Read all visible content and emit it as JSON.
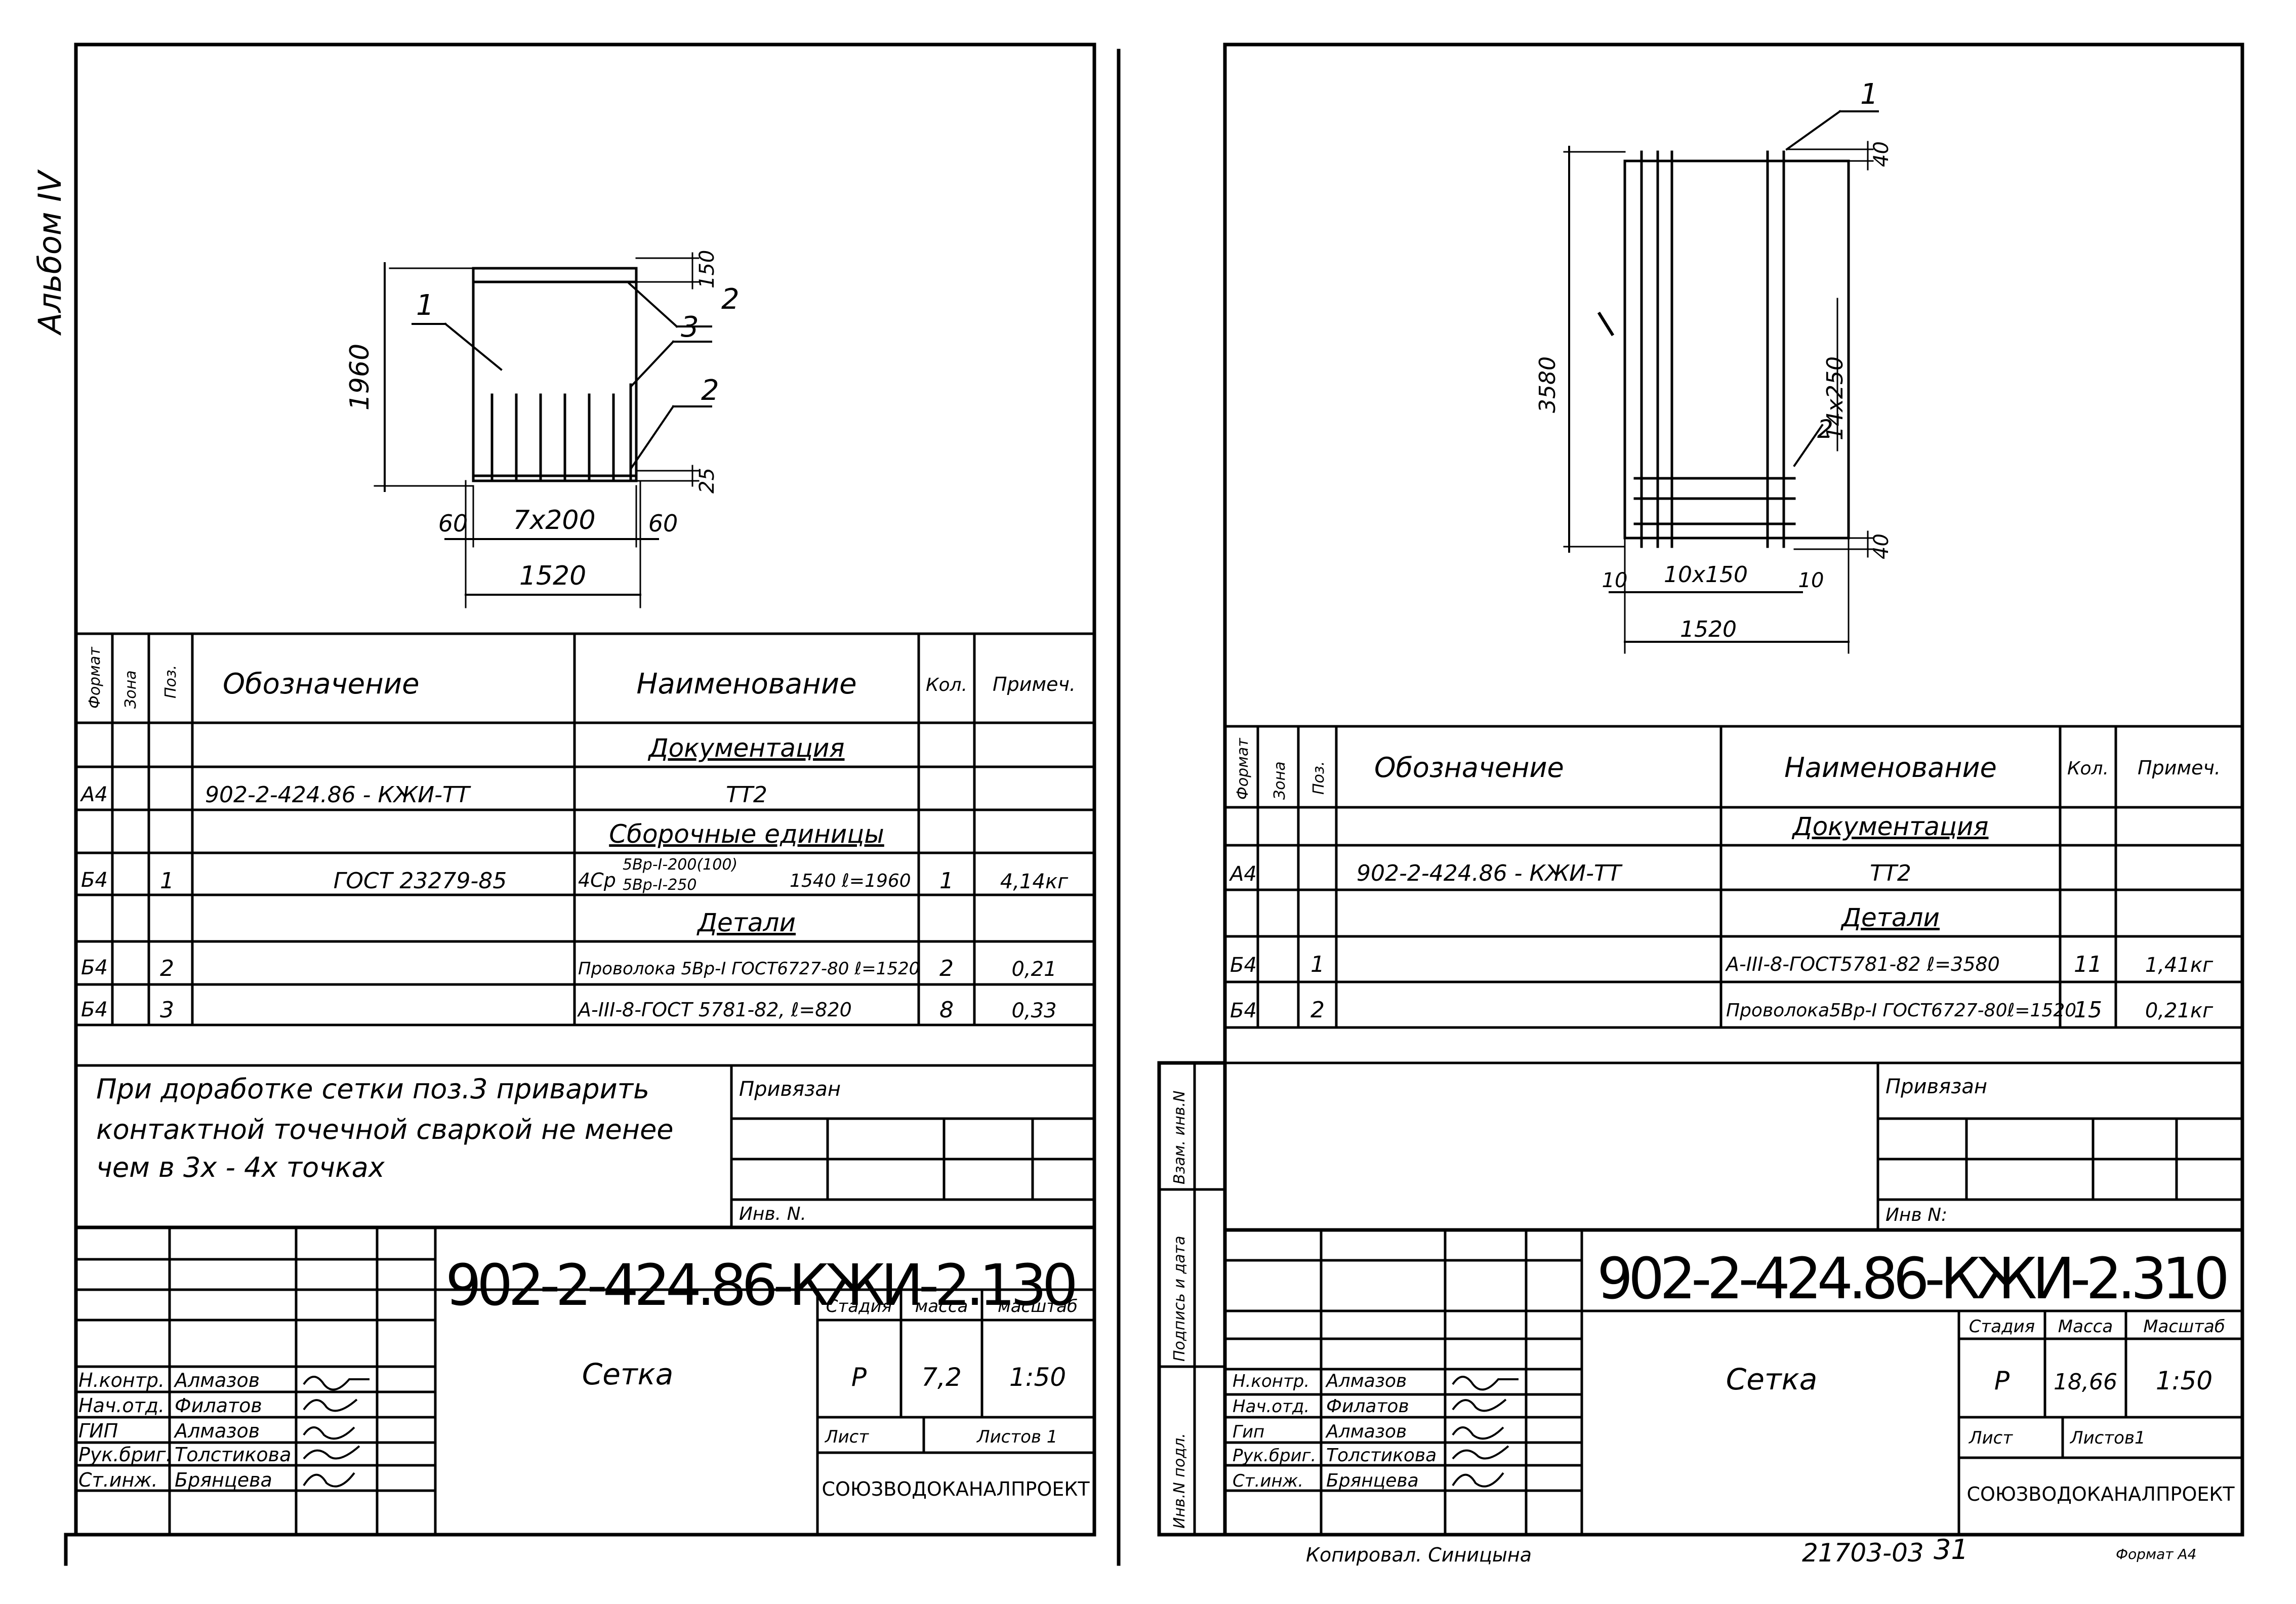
{
  "album_label": "Альбом IV",
  "columns": {
    "format": "Формат",
    "zone": "Зона",
    "pos": "Поз.",
    "designation": "Обозначение",
    "name": "Наименование",
    "qty": "Кол.",
    "note": "Примеч."
  },
  "sheet1": {
    "dims": {
      "height": "1960",
      "top": "150",
      "bottom": "25",
      "left": "60",
      "span": "7x200",
      "right": "60",
      "width": "1520"
    },
    "callouts": {
      "c1": "1",
      "c2a": "2",
      "c3": "3",
      "c2b": "2"
    },
    "sections": {
      "docs": "Документация",
      "assembly": "Сборочные единицы",
      "details": "Детали"
    },
    "rows": [
      {
        "format": "А4",
        "pos": "",
        "designation": "902-2-424.86 - КЖИ-ТТ",
        "name": "ТТ2",
        "qty": "",
        "note": ""
      },
      {
        "format": "Б4",
        "pos": "1",
        "designation": "ГОСТ 23279-85",
        "name_a": "4Ср",
        "name_num": "5Вр-I-200(100)",
        "name_den": "5Вр-I-250",
        "name_b": "1540 ℓ=1960",
        "qty": "1",
        "note": "4,14кг"
      },
      {
        "format": "Б4",
        "pos": "2",
        "designation": "",
        "name": "Проволока 5Вр-I ГОСТ6727-80 ℓ=1520",
        "qty": "2",
        "note": "0,21"
      },
      {
        "format": "Б4",
        "pos": "3",
        "designation": "",
        "name": "А-III-8-ГОСТ 5781-82, ℓ=820",
        "qty": "8",
        "note": "0,33"
      }
    ],
    "note_lines": [
      "При доработке сетки поз.3 приварить",
      "контактной точечной сваркой не менее",
      "чем в 3х - 4х точках"
    ],
    "bound": "Привязан",
    "inv": "Инв. N.",
    "code": "902-2-424.86-КЖИ-2.130",
    "title": "Сетка",
    "stage_hdr": "Стадия",
    "mass_hdr": "масса",
    "scale_hdr": "масштаб",
    "stage": "Р",
    "mass": "7,2",
    "scale": "1:50",
    "sheet_lbl": "Лист",
    "sheets_lbl": "Листов 1",
    "org": "СОЮЗВОДОКАНАЛПРОЕКТ",
    "people": [
      {
        "role": "Н.контр.",
        "name": "Алмазов"
      },
      {
        "role": "Нач.отд.",
        "name": "Филатов"
      },
      {
        "role": "ГИП",
        "name": "Алмазов"
      },
      {
        "role": "Рук.бриг.",
        "name": "Толстикова"
      },
      {
        "role": "Ст.инж.",
        "name": "Брянцева"
      }
    ]
  },
  "sheet2": {
    "dims": {
      "height": "3580",
      "top": "40",
      "bottom": "40",
      "spacing": "14x250",
      "left": "10",
      "span": "10x150",
      "right": "10",
      "width": "1520"
    },
    "callouts": {
      "c1": "1",
      "c2": "2"
    },
    "sections": {
      "docs": "Документация",
      "details": "Детали"
    },
    "rows": [
      {
        "format": "А4",
        "pos": "",
        "designation": "902-2-424.86 - КЖИ-ТТ",
        "name": "ТТ2",
        "qty": "",
        "note": ""
      },
      {
        "format": "Б4",
        "pos": "1",
        "designation": "",
        "name": "А-III-8-ГОСТ5781-82 ℓ=3580",
        "qty": "11",
        "note": "1,41кг"
      },
      {
        "format": "Б4",
        "pos": "2",
        "designation": "",
        "name": "Проволока5Вр-I ГОСТ6727-80ℓ=1520",
        "qty": "15",
        "note": "0,21кг"
      }
    ],
    "bound": "Привязан",
    "inv": "Инв N:",
    "code": "902-2-424.86-КЖИ-2.310",
    "title": "Сетка",
    "stage_hdr": "Стадия",
    "mass_hdr": "Масса",
    "scale_hdr": "Масштаб",
    "stage": "Р",
    "mass": "18,66",
    "scale": "1:50",
    "sheet_lbl": "Лист",
    "sheets_lbl": "Листов1",
    "org": "СОЮЗВОДОКАНАЛПРОЕКТ",
    "people": [
      {
        "role": "Н.контр.",
        "name": "Алмазов"
      },
      {
        "role": "Нач.отд.",
        "name": "Филатов"
      },
      {
        "role": "Гип",
        "name": "Алмазов"
      },
      {
        "role": "Рук.бриг.",
        "name": "Толстикова"
      },
      {
        "role": "Ст.инж.",
        "name": "Брянцева"
      }
    ],
    "side_labels": [
      "Взам. инв.N",
      "Подпись и дата",
      "Инв.N подл."
    ]
  },
  "footer": {
    "copied": "Копировал. Синицына",
    "number": "21703-03",
    "page": "31",
    "format": "Формат А4"
  }
}
